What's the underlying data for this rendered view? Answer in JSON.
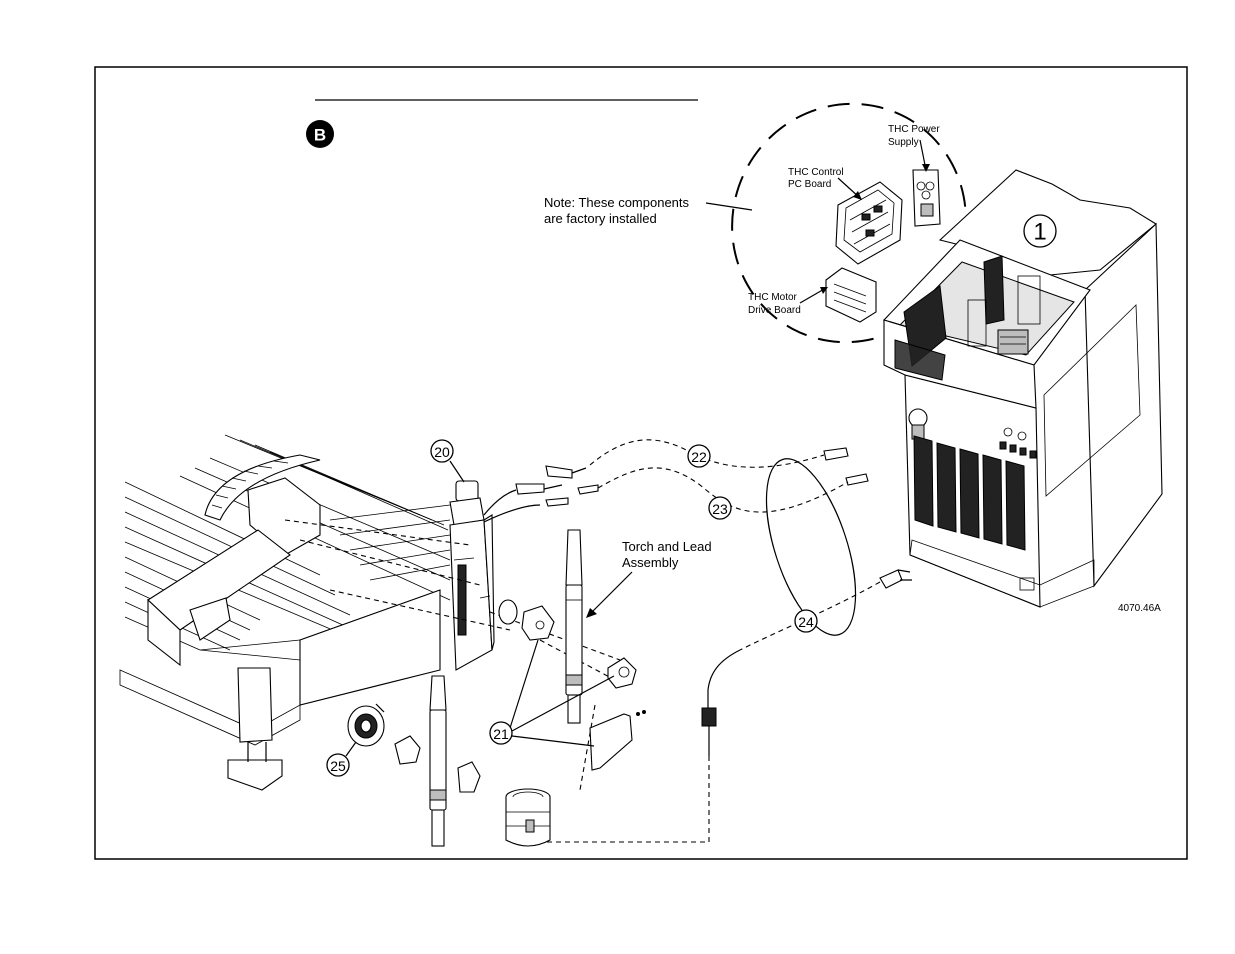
{
  "diagram": {
    "section_badge": "B",
    "figure_id": "4070.46A",
    "note": [
      "Note: These components",
      "are factory installed"
    ],
    "components": {
      "thc_power_supply": [
        "THC Power",
        "Supply"
      ],
      "thc_control_pc_board": [
        "THC Control",
        "PC Board"
      ],
      "thc_motor_drive_board": [
        "THC Motor",
        "Drive Board"
      ],
      "torch_and_lead_assembly": [
        "Torch and Lead",
        "Assembly"
      ]
    },
    "callouts": {
      "power_supply": "1",
      "lifter": "20",
      "bracket": "21",
      "cable_22": "22",
      "cable_23": "23",
      "cable_24": "24",
      "reel": "25"
    },
    "icons": [
      "circled-letter-icon",
      "circled-number-icon",
      "connector-icon"
    ]
  }
}
